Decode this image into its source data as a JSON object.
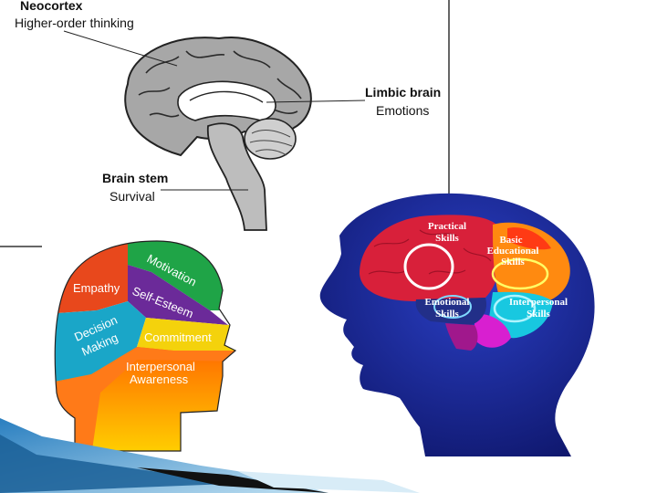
{
  "brain_diagram": {
    "neocortex": {
      "title": "Neocortex",
      "subtitle": "Higher-order thinking"
    },
    "limbic": {
      "title": "Limbic brain",
      "subtitle": "Emotions"
    },
    "stem": {
      "title": "Brain stem",
      "subtitle": "Survival"
    }
  },
  "emotional_head": {
    "regions": {
      "empathy": "Empathy",
      "motivation": "Motivation",
      "self_esteem": "Self-Esteem",
      "decision_making_1": "Decision",
      "decision_making_2": "Making",
      "commitment": "Commitment",
      "interpersonal_1": "Interpersonal",
      "interpersonal_2": "Awareness"
    }
  },
  "skills_head": {
    "practical_1": "Practical",
    "practical_2": "Skills",
    "basic_1": "Basic",
    "basic_2": "Educational",
    "basic_3": "Skills",
    "emotional_1": "Emotional",
    "emotional_2": "Skills",
    "interpersonal_1": "Interpersonal",
    "interpersonal_2": "Skills"
  },
  "colors": {
    "accent_blue": "#1f6fa8",
    "navy_head": "#1b2a8c",
    "brain_gray": "#a7a7a7"
  }
}
